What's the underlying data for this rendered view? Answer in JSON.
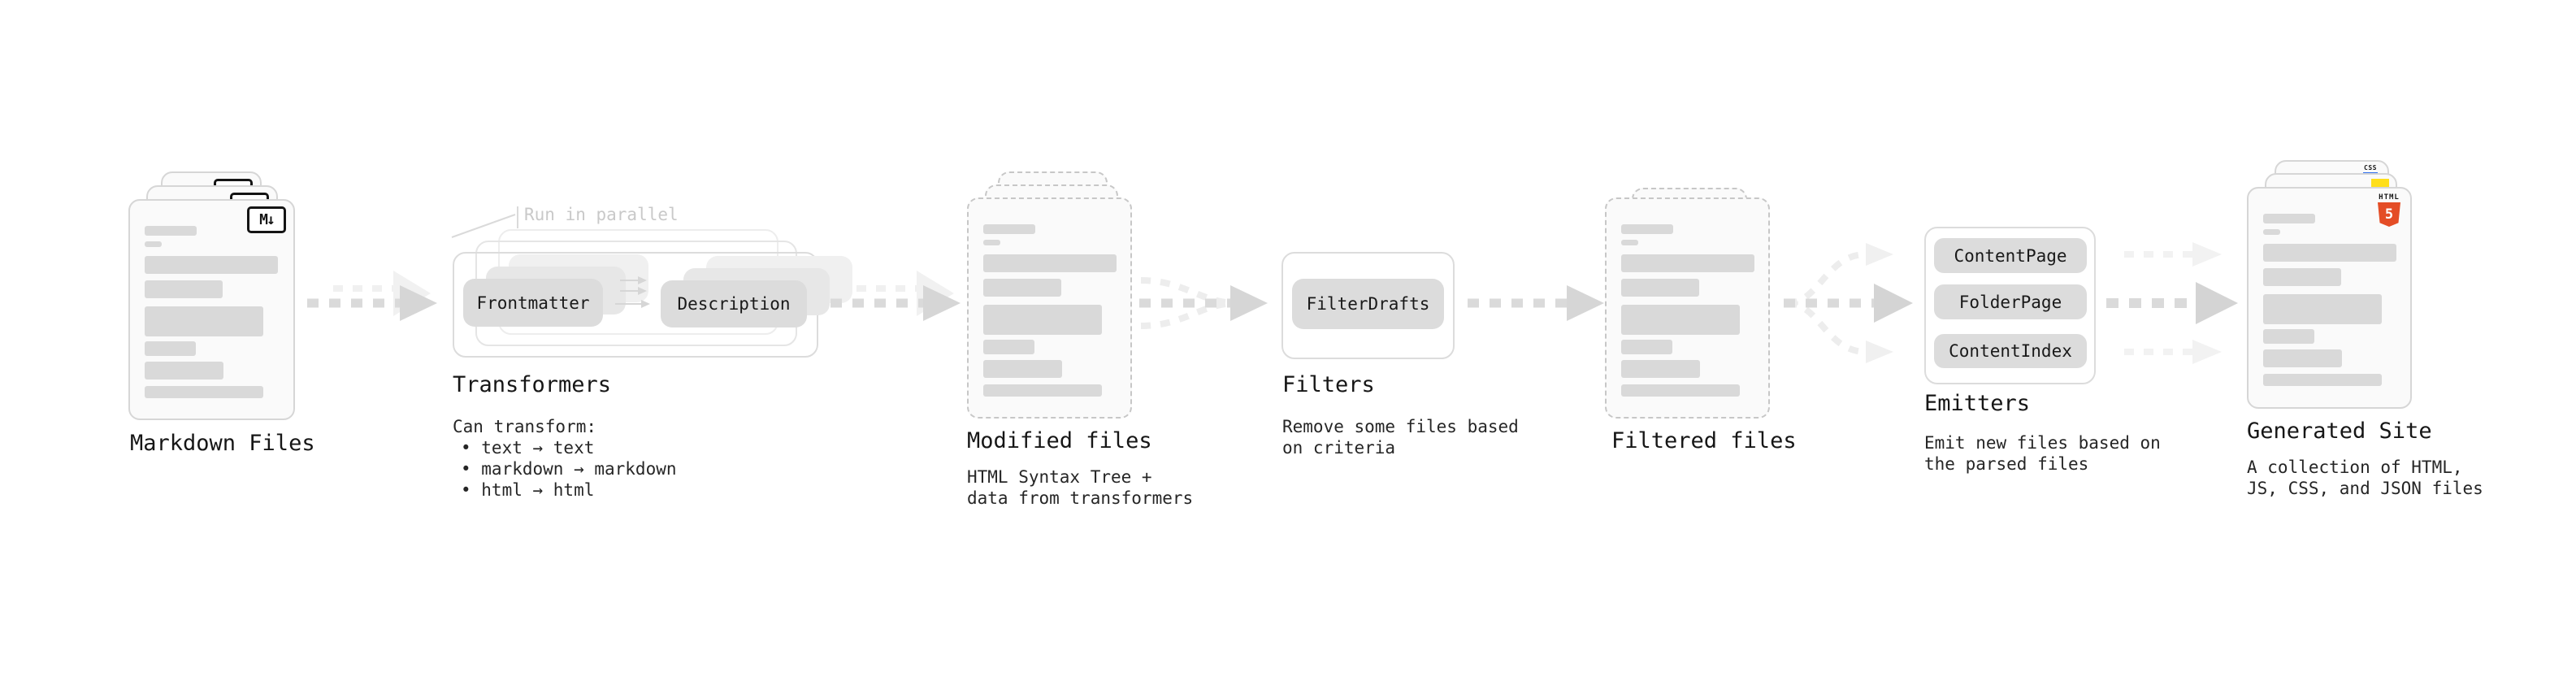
{
  "stages": {
    "markdown_files": {
      "label": "Markdown Files",
      "badge": "M↓"
    },
    "transformers": {
      "label": "Transformers",
      "note": "Run in parallel",
      "pills": [
        "Frontmatter",
        "Description"
      ],
      "desc": [
        "Can transform:",
        "• text → text",
        "• markdown → markdown",
        "• html → html"
      ]
    },
    "modified_files": {
      "label": "Modified files",
      "desc": [
        "HTML Syntax Tree +",
        "data from transformers"
      ]
    },
    "filters": {
      "label": "Filters",
      "pills": [
        "FilterDrafts"
      ],
      "desc": [
        "Remove some files based",
        "on criteria"
      ]
    },
    "filtered_files": {
      "label": "Filtered files"
    },
    "emitters": {
      "label": "Emitters",
      "pills": [
        "ContentPage",
        "FolderPage",
        "ContentIndex"
      ],
      "desc": [
        "Emit new files based on",
        "the parsed files"
      ]
    },
    "generated_site": {
      "label": "Generated Site",
      "desc": [
        "A collection of HTML,",
        "JS, CSS, and JSON files"
      ],
      "badges": {
        "html": "HTML",
        "html_number": "5",
        "css": "CSS"
      }
    }
  },
  "colors": {
    "background": "#ffffff",
    "card_bg": "#fafafa",
    "card_border": "#d6d6d6",
    "dashed_border": "#c7c7c7",
    "placeholder_bar": "#d9d9d9",
    "pill_bg": "#dcdcdc",
    "arrow": "#d6d6d6",
    "arrow_ghost": "#f0f0f0",
    "heading_text": "#161616",
    "muted_note": "#c9c9c9",
    "html5_orange": "#e44d26",
    "js_yellow": "#ffdf1b",
    "css_blue": "#2f6fed"
  }
}
